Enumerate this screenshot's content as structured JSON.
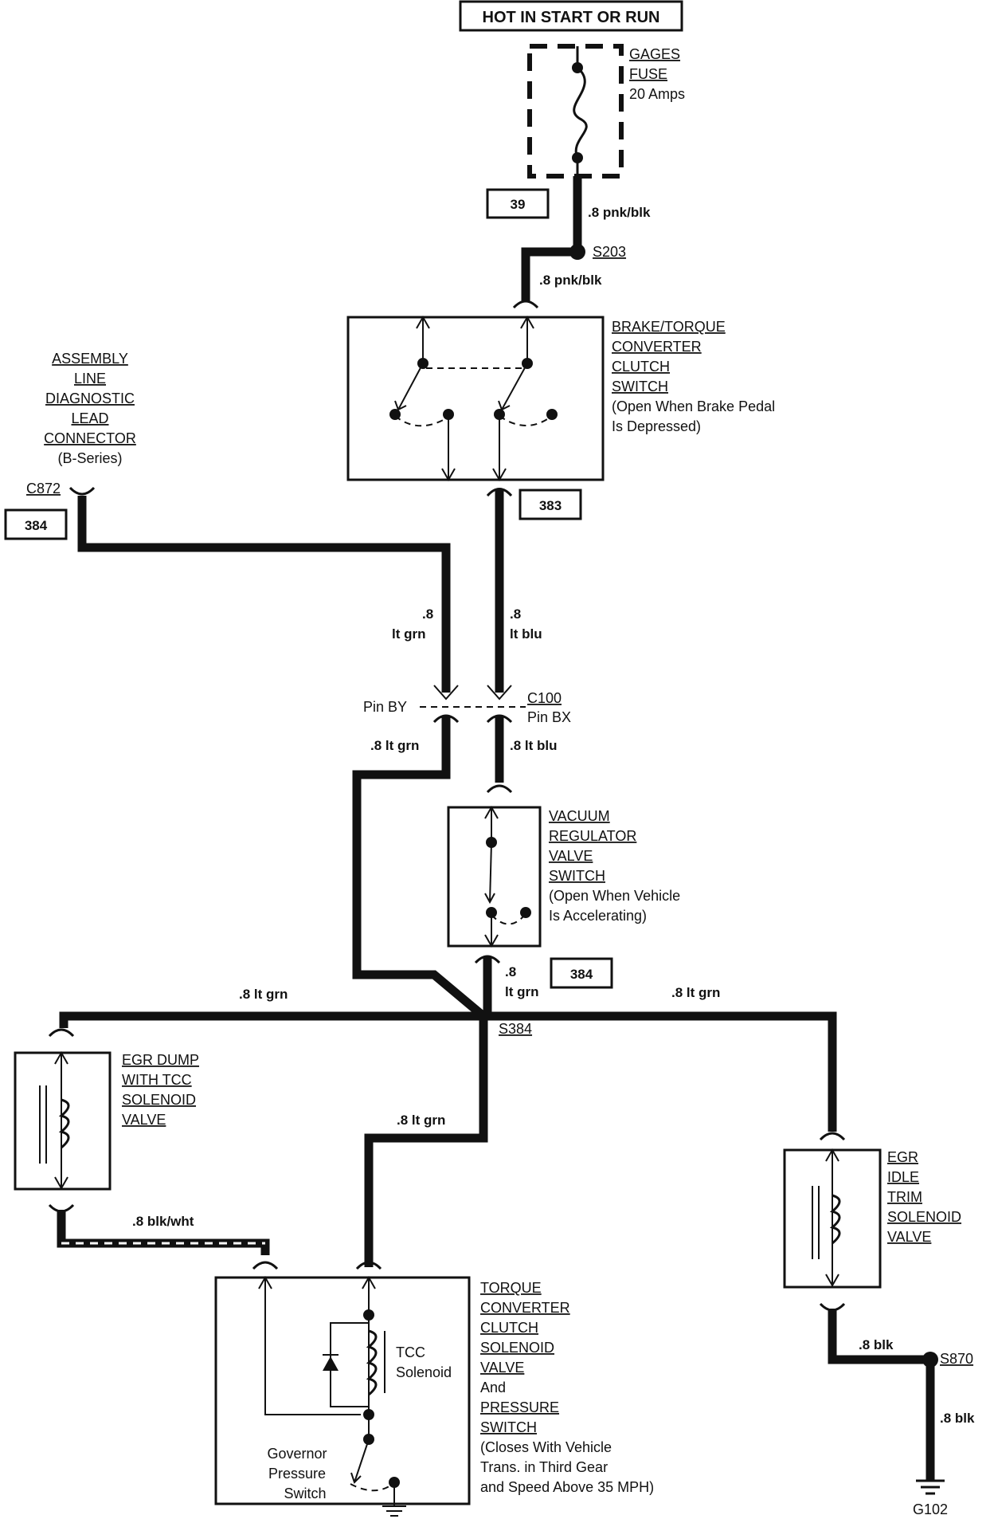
{
  "header": {
    "title": "HOT IN START OR RUN"
  },
  "fuse": {
    "lines": [
      "GAGES",
      "FUSE",
      "20 Amps"
    ]
  },
  "circuits": {
    "c39": "39",
    "c383": "383",
    "c384a": "384",
    "c384b": "384"
  },
  "splices": {
    "s203": "S203",
    "s384": "S384",
    "s870": "S870"
  },
  "ground": {
    "g102": "G102"
  },
  "connectors": {
    "c872": "C872",
    "c100": "C100",
    "pin_by": "Pin BY",
    "pin_bx": "Pin BX"
  },
  "wires": {
    "pnk1": ".8 pnk/blk",
    "pnk2": ".8 pnk/blk",
    "grn_v_gauge": ".8",
    "grn_v_color": "lt grn",
    "blu_v_gauge": ".8",
    "blu_v_color": "lt blu",
    "grn_after_c100": ".8 lt grn",
    "blu_after_c100": ".8 lt blu",
    "grn_vert_gauge": ".8",
    "grn_vert_color": "lt grn",
    "grn_left": ".8 lt grn",
    "grn_right": ".8 lt grn",
    "grn_down": ".8 lt grn",
    "blk_wht": ".8 blk/wht",
    "blk1": ".8 blk",
    "blk2": ".8 blk"
  },
  "components": {
    "brake_switch": [
      "BRAKE/TORQUE",
      "CONVERTER",
      "CLUTCH",
      "SWITCH",
      "(Open When Brake Pedal",
      "Is Depressed)"
    ],
    "aldl": [
      "ASSEMBLY",
      "LINE",
      "DIAGNOSTIC",
      "LEAD",
      "CONNECTOR",
      "(B-Series)"
    ],
    "vacuum_switch": [
      "VACUUM",
      "REGULATOR",
      "VALVE",
      "SWITCH",
      "(Open When Vehicle",
      "Is Accelerating)"
    ],
    "egr_dump": [
      "EGR DUMP",
      "WITH TCC",
      "SOLENOID",
      "VALVE"
    ],
    "egr_idle": [
      "EGR",
      "IDLE",
      "TRIM",
      "SOLENOID",
      "VALVE"
    ],
    "tcc_valve": [
      "TORQUE",
      "CONVERTER",
      "CLUTCH",
      "SOLENOID",
      "VALVE",
      "And",
      "PRESSURE",
      "SWITCH",
      "(Closes With Vehicle",
      "Trans. in Third Gear",
      "and Speed Above 35 MPH)"
    ],
    "tcc_solenoid": [
      "TCC",
      "Solenoid"
    ],
    "governor": [
      "Governor",
      "Pressure",
      "Switch"
    ]
  }
}
